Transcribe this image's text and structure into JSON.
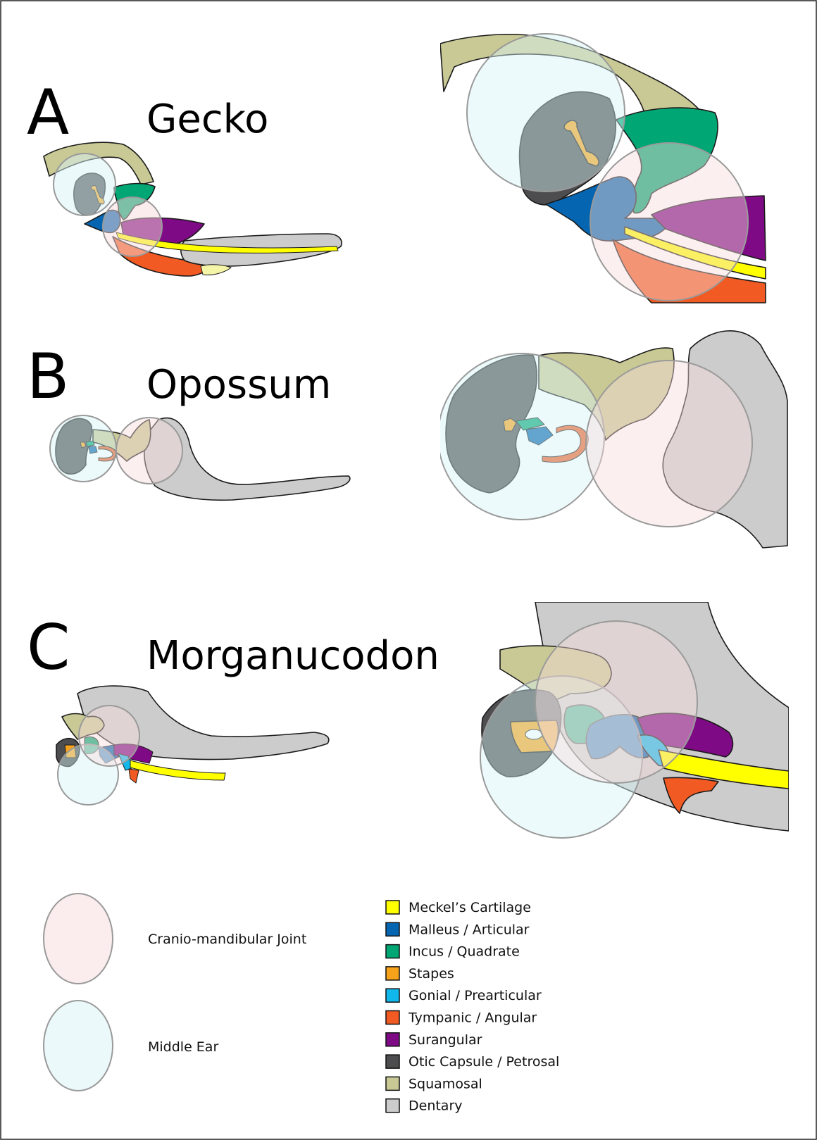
{
  "panels": [
    {
      "letter": "A",
      "name": "Gecko"
    },
    {
      "letter": "B",
      "name": "Opossum"
    },
    {
      "letter": "C",
      "name": "Morganucodon"
    }
  ],
  "regions": [
    {
      "label": "Cranio-mandibular Joint",
      "color": "#f7dcdc"
    },
    {
      "label": "Middle Ear",
      "color": "#d8f3f7"
    }
  ],
  "bones": [
    {
      "label": "Meckel’s Cartilage",
      "color": "#ffff00"
    },
    {
      "label": "Malleus / Articular",
      "color": "#0565b0"
    },
    {
      "label": "Incus / Quadrate",
      "color": "#00a673"
    },
    {
      "label": "Stapes",
      "color": "#f7a21b"
    },
    {
      "label": "Gonial / Prearticular",
      "color": "#11b8ec"
    },
    {
      "label": "Tympanic / Angular",
      "color": "#f15a22"
    },
    {
      "label": "Surangular",
      "color": "#7f0a85"
    },
    {
      "label": "Otic Capsule / Petrosal",
      "color": "#4d4d4f"
    },
    {
      "label": "Squamosal",
      "color": "#c8c994"
    },
    {
      "label": "Dentary",
      "color": "#cccccc"
    }
  ]
}
